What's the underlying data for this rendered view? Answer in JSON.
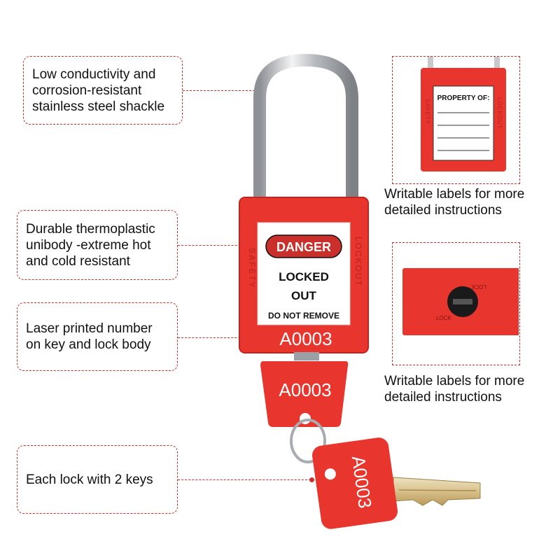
{
  "callouts": {
    "shackle": "Low conductivity and\ncorrosion-resistant\nstainless steel shackle",
    "body": "Durable thermoplastic\nunibody -extreme hot\nand cold resistant",
    "number": "Laser printed number\non key and lock body",
    "keys": "Each lock with 2 keys"
  },
  "captions": {
    "label_panel": "Writable labels for more\ndetailed instructions",
    "keyhole_panel": "Writable labels for more\ndetailed instructions"
  },
  "lock": {
    "danger": "DANGER",
    "locked": "LOCKED",
    "out": "OUT",
    "do_not_remove": "DO NOT REMOVE",
    "serial": "A0003",
    "side_left": "SAFETY",
    "side_right": "LOCKOUT"
  },
  "keys": {
    "key1_serial": "A0003",
    "key2_serial": "A0003"
  },
  "back_label": {
    "title": "PROPERTY OF:",
    "side_left": "SAFETY",
    "side_right": "LOCKOUT"
  },
  "keyhole": {
    "lock_left": "LOCK",
    "lock_right": "LOCK"
  },
  "colors": {
    "accent": "#c9302c",
    "lock_red": "#e8362e",
    "steel": "#c7c9cc"
  }
}
